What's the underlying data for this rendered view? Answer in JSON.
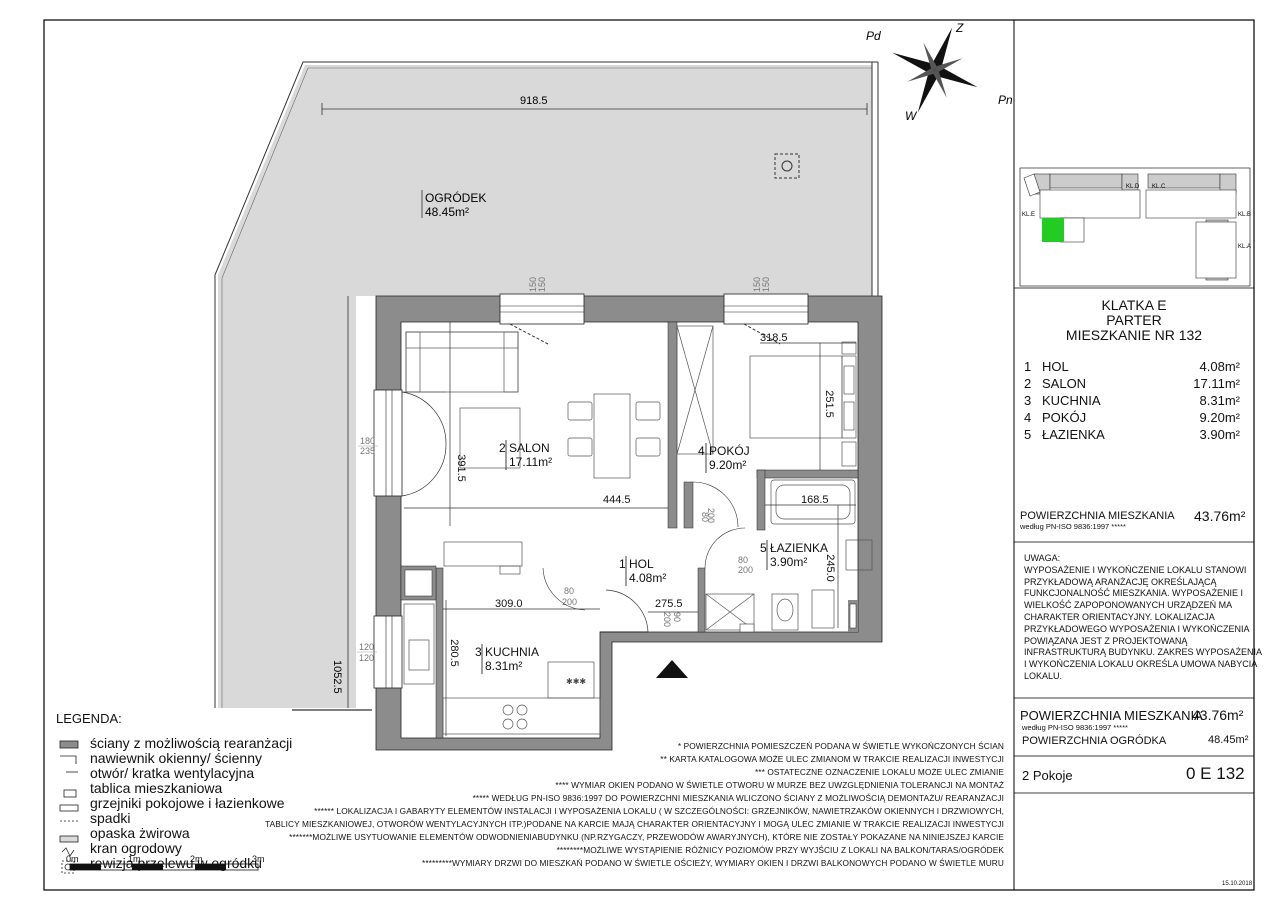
{
  "plot": {
    "garden_width_dim": "918.5",
    "garden_label": "OGRÓDEK",
    "garden_area": "48.45m²",
    "total_depth_dim": "1052.5",
    "compass": {
      "n": "Z",
      "nw": "Pd",
      "e": "Pn",
      "sw": "W"
    }
  },
  "rooms": [
    {
      "num": "2",
      "name": "SALON",
      "area": "17.11m²"
    },
    {
      "num": "4",
      "name": "POKÓJ",
      "area": "9.20m²"
    },
    {
      "num": "1",
      "name": "HOL",
      "area": "4.08m²"
    },
    {
      "num": "5",
      "name": "ŁAZIENKA",
      "area": "3.90m²"
    },
    {
      "num": "3",
      "name": "KUCHNIA",
      "area": "8.31m²"
    }
  ],
  "dims": {
    "salon_depth": "391.5",
    "salon_width": "444.5",
    "pokoj_width": "318.5",
    "pokoj_depth": "251.5",
    "lazienka_width": "168.5",
    "lazienka_depth": "245.0",
    "hol_width": "275.5",
    "kuchnia_width": "309.0",
    "kuchnia_depth": "280.5",
    "win_top": "150",
    "win_top_b": "150",
    "win_left_a": "180",
    "win_left_b": "235",
    "win_kitchen_a": "120",
    "win_kitchen_b": "120",
    "door_a": "80",
    "door_b": "200",
    "door_c": "90",
    "door_d": "200"
  },
  "legend": {
    "title": "LEGENDA:",
    "items": [
      "ściany z możliwością rearanżacji",
      "nawiewnik okienny/ ścienny",
      "otwór/ kratka wentylacyjna",
      "tablica mieszkaniowa",
      "grzejniki pokojowe i łazienkowe",
      "spadki",
      "opaska żwirowa",
      "kran ogrodowy",
      "rewizja przelewu w ogródku"
    ],
    "scale": [
      "0m",
      "1m",
      "2m",
      "3m"
    ]
  },
  "footnotes": [
    "* POWIERZCHNIA POMIESZCZEŃ PODANA W ŚWIETLE WYKOŃCZONYCH ŚCIAN",
    "** KARTA KATALOGOWA MOŻE ULEC ZMIANOM W TRAKCIE REALIZACJI INWESTYCJI",
    "*** OSTATECZNE OZNACZENIE LOKALU MOŻE ULEC ZMIANIE",
    "**** WYMIAR OKIEN PODANO W ŚWIETLE OTWORU W MURZE BEZ UWZGLĘDNIENIA TOLERANCJI NA MONTAŻ",
    "***** WEDŁUG PN-ISO 9836:1997 DO POWIERZCHNI MIESZKANIA WLICZONO ŚCIANY Z MOŻLIWOŚCIĄ DEMONTAŻU/ REARANŻACJI",
    "****** LOKALIZACJA I GABARYTY ELEMENTÓW INSTALACJI I WYPOSAŻENIA LOKALU ( W SZCZEGÓLNOŚCI: GRZEJNIKÓW, NAWIETRZAKÓW OKIENNYCH I DRZWIOWYCH,",
    "TABLICY MIESZKANIOWEJ, OTWORÓW WENTYLACYJNYCH ITP.)PODANE NA KARCIE MAJĄ CHARAKTER ORIENTACYJNY I MOGĄ ULEC ZMIANIE W TRAKCIE REALIZACJI INWESTYCJI",
    "*******MOŻLIWE USYTUOWANIE ELEMENTÓW ODWODNIENIABUDYNKU (NP.RZYGACZY, PRZEWODÓW AWARYJNYCH), KTÓRE NIE ZOSTAŁY POKAZANE NA NINIEJSZEJ KARCIE",
    "********MOŻLIWE WYSTĄPIENIE RÓŻNICY POZIOMÓW PRZY WYJŚCIU Z LOKALI NA BALKON/TARAS/OGRÓDEK",
    "*********WYMIARY DRZWI DO MIESZKAŃ PODANO W ŚWIETLE OŚCIEŻY, WYMIARY OKIEN I DRZWI BALKONOWYCH PODANO W ŚWIETLE MURU"
  ],
  "panel": {
    "key_plan_labels": [
      "KL.D",
      "KL.C",
      "KL.E",
      "KL.B",
      "KL.A"
    ],
    "title_lines": [
      "KLATKA E",
      "PARTER",
      "MIESZKANIE NR 132"
    ],
    "room_list": [
      {
        "num": "1",
        "name": "HOL",
        "area": "4.08m²"
      },
      {
        "num": "2",
        "name": "SALON",
        "area": "17.11m²"
      },
      {
        "num": "3",
        "name": "KUCHNIA",
        "area": "8.31m²"
      },
      {
        "num": "4",
        "name": "POKÓJ",
        "area": "9.20m²"
      },
      {
        "num": "5",
        "name": "ŁAZIENKA",
        "area": "3.90m²"
      }
    ],
    "area_label": "POWIERZCHNIA MIESZKANIA",
    "area_note": "według PN-ISO 9836:1997 *****",
    "area_value": "43.76m²",
    "uwaga_title": "UWAGA:",
    "uwaga_lines": [
      "WYPOSAŻENIE I WYKOŃCZENIE LOKALU STANOWI",
      "PRZYKŁADOWĄ ARANŻACJĘ OKREŚLAJĄCĄ",
      "FUNKCJONALNOŚĆ MIESZKANIA. WYPOSAŻENIE I",
      "WIELKOŚĆ ZAPOPONOWANYCH URZĄDZEŃ MA",
      "CHARAKTER ORIENTACYJNY. LOKALIZACJA",
      "PRZYKŁADOWEGO WYPOSAŻENIA I WYKOŃCZENIA",
      "POWIĄZANA JEST Z PROJEKTOWANĄ",
      "INFRASTRUKTURĄ BUDYNKU. ZAKRES WYPOSAŻENIA",
      "I WYKOŃCZENIA LOKALU OKREŚLA UMOWA NABYCIA",
      "LOKALU."
    ],
    "area2_label": "POWIERZCHNIA MIESZKANIA",
    "area2_value": "43.76m²",
    "area2_note": "według PN-ISO 9836:1997 *****",
    "garden_label": "POWIERZCHNIA OGRÓDKA",
    "garden_value": "48.45m²",
    "rooms_count": "2 Pokoje",
    "unit_code": "0 E 132",
    "date": "15.10.2018"
  },
  "colors": {
    "garden_fill": "#d9d9d9",
    "wall": "#8c8c8c",
    "key_highlight": "#22cc22"
  }
}
